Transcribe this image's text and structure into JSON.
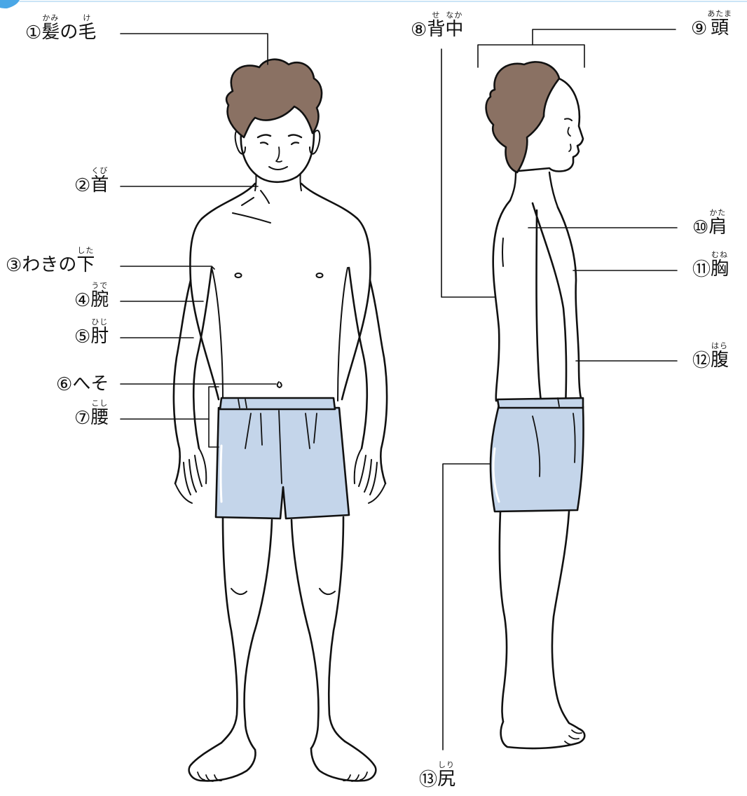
{
  "colors": {
    "hair": "#8a7163",
    "shorts": "#c4d5ea",
    "line": "#111111",
    "accent": "#4aa7e6"
  },
  "labels": [
    {
      "id": "hair",
      "num": "①",
      "segments": [
        {
          "base": "髪",
          "ruby": "かみ"
        },
        {
          "base": "の"
        },
        {
          "base": "毛",
          "ruby": "け"
        }
      ]
    },
    {
      "id": "neck",
      "num": "②",
      "segments": [
        {
          "base": "首",
          "ruby": "くび"
        }
      ]
    },
    {
      "id": "armpit",
      "num": "③",
      "segments": [
        {
          "base": "わきの"
        },
        {
          "base": "下",
          "ruby": "した"
        }
      ]
    },
    {
      "id": "arm",
      "num": "④",
      "segments": [
        {
          "base": "腕",
          "ruby": "うで"
        }
      ]
    },
    {
      "id": "elbow",
      "num": "⑤",
      "segments": [
        {
          "base": "肘",
          "ruby": "ひじ"
        }
      ]
    },
    {
      "id": "navel",
      "num": "⑥",
      "segments": [
        {
          "base": "へそ"
        }
      ]
    },
    {
      "id": "waist",
      "num": "⑦",
      "segments": [
        {
          "base": "腰",
          "ruby": "こし"
        }
      ]
    },
    {
      "id": "back",
      "num": "⑧",
      "segments": [
        {
          "base": "背",
          "ruby": "せ"
        },
        {
          "base": "中",
          "ruby": "なか"
        }
      ]
    },
    {
      "id": "head",
      "num": "⑨",
      "segments": [
        {
          "base": "頭",
          "ruby": "あたま"
        }
      ]
    },
    {
      "id": "shoulder",
      "num": "⑩",
      "segments": [
        {
          "base": "肩",
          "ruby": "かた"
        }
      ]
    },
    {
      "id": "chest",
      "num": "⑪",
      "segments": [
        {
          "base": "胸",
          "ruby": "むね"
        }
      ]
    },
    {
      "id": "belly",
      "num": "⑫",
      "segments": [
        {
          "base": "腹",
          "ruby": "はら"
        }
      ]
    },
    {
      "id": "buttocks",
      "num": "⑬",
      "segments": [
        {
          "base": "尻",
          "ruby": "しり"
        }
      ]
    }
  ]
}
